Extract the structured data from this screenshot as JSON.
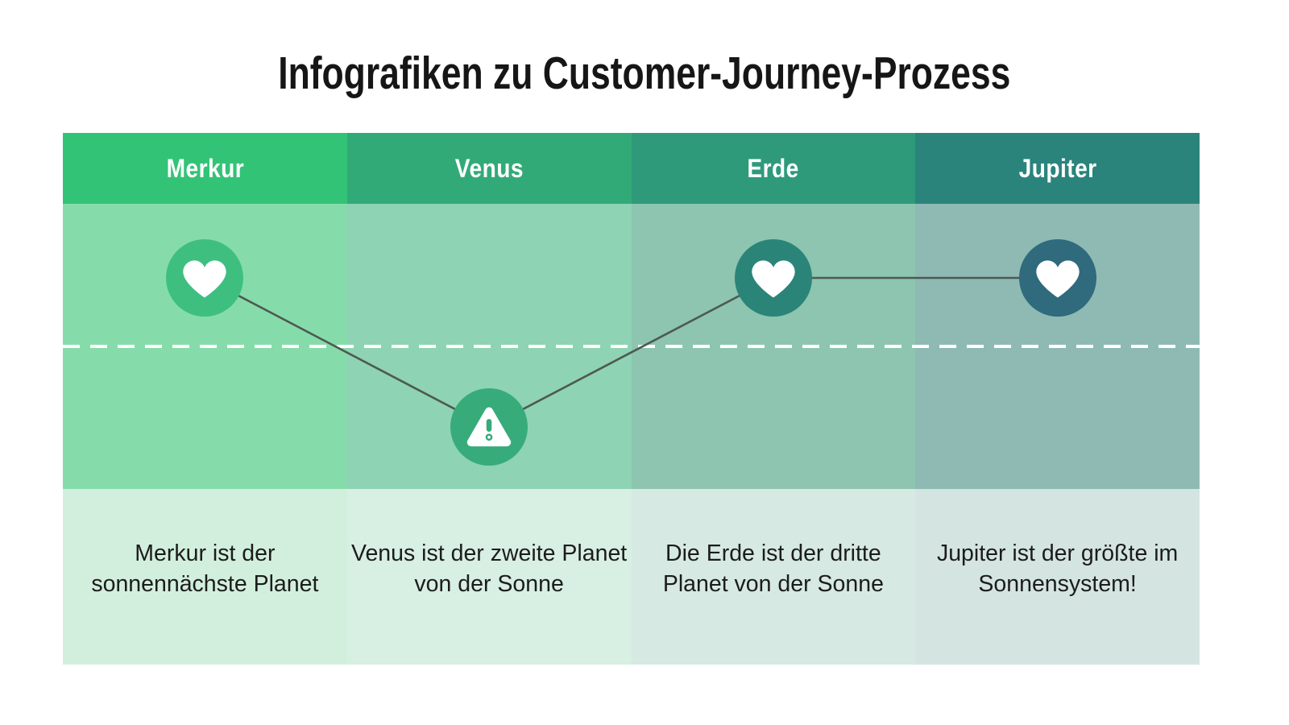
{
  "page": {
    "title": "Infografiken zu Customer-Journey-Prozess",
    "background_color": "#ffffff"
  },
  "connectors": {
    "line_color": "#4d5953",
    "dashed_baseline_color": "#ffffff"
  },
  "columns": [
    {
      "name": "Merkur",
      "header_color": "#33c377",
      "body_color": "#85dcaa",
      "footer_color": "#d2efdd",
      "icon": "heart-icon",
      "icon_circle_color": "#3ebf80",
      "icon_color": "#ffffff",
      "journey_position": "above-line",
      "description": "Merkur ist der sonnennächste Planet"
    },
    {
      "name": "Venus",
      "header_color": "#32aa78",
      "body_color": "#8ed3b4",
      "footer_color": "#d8efe3",
      "icon": "warning-icon",
      "icon_circle_color": "#38ab7b",
      "icon_color": "#ffffff",
      "journey_position": "below-line",
      "description": "Venus ist der zweite Planet von der Sonne"
    },
    {
      "name": "Erde",
      "header_color": "#2e9a79",
      "body_color": "#8dc5b0",
      "footer_color": "#d6e9e2",
      "icon": "heart-icon",
      "icon_circle_color": "#2b8478",
      "icon_color": "#ffffff",
      "journey_position": "above-line",
      "description": "Die Erde ist der dritte Planet von der Sonne"
    },
    {
      "name": "Jupiter",
      "header_color": "#2a847b",
      "body_color": "#8ebab3",
      "footer_color": "#d4e5e1",
      "icon": "heart-icon",
      "icon_circle_color": "#2f6a7d",
      "icon_color": "#ffffff",
      "journey_position": "above-line",
      "description": "Jupiter ist der größte im Sonnensystem!"
    }
  ]
}
